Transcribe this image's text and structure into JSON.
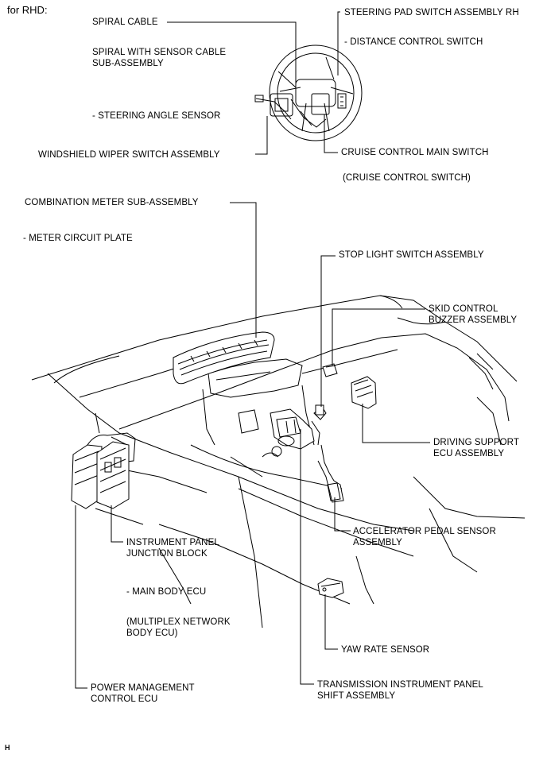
{
  "header": "for RHD:",
  "footer": "H",
  "labels": {
    "spiral_cable": "SPIRAL CABLE",
    "spiral_sensor": "SPIRAL WITH SENSOR CABLE\nSUB-ASSEMBLY",
    "steering_angle": "- STEERING ANGLE SENSOR",
    "wiper_switch": "WINDSHIELD WIPER SWITCH ASSEMBLY",
    "pad_switch": "STEERING PAD SWITCH ASSEMBLY RH",
    "distance_switch": "- DISTANCE CONTROL SWITCH",
    "cruise_main": "CRUISE CONTROL MAIN SWITCH",
    "cruise_switch": "(CRUISE CONTROL SWITCH)",
    "combination_meter": "COMBINATION METER SUB-ASSEMBLY",
    "meter_plate": "- METER CIRCUIT PLATE",
    "stop_light": "STOP LIGHT SWITCH ASSEMBLY",
    "skid_buzzer": "SKID CONTROL\nBUZZER ASSEMBLY",
    "driving_support": "DRIVING SUPPORT\nECU ASSEMBLY",
    "accel_pedal": "ACCELERATOR PEDAL SENSOR\nASSEMBLY",
    "ip_junction": "INSTRUMENT PANEL\nJUNCTION BLOCK",
    "main_body": "- MAIN BODY ECU",
    "multiplex": "(MULTIPLEX NETWORK\nBODY ECU)",
    "yaw_rate": "YAW RATE SENSOR",
    "power_mgmt": "POWER MANAGEMENT\nCONTROL ECU",
    "transmission": "TRANSMISSION INSTRUMENT PANEL\nSHIFT ASSEMBLY"
  }
}
